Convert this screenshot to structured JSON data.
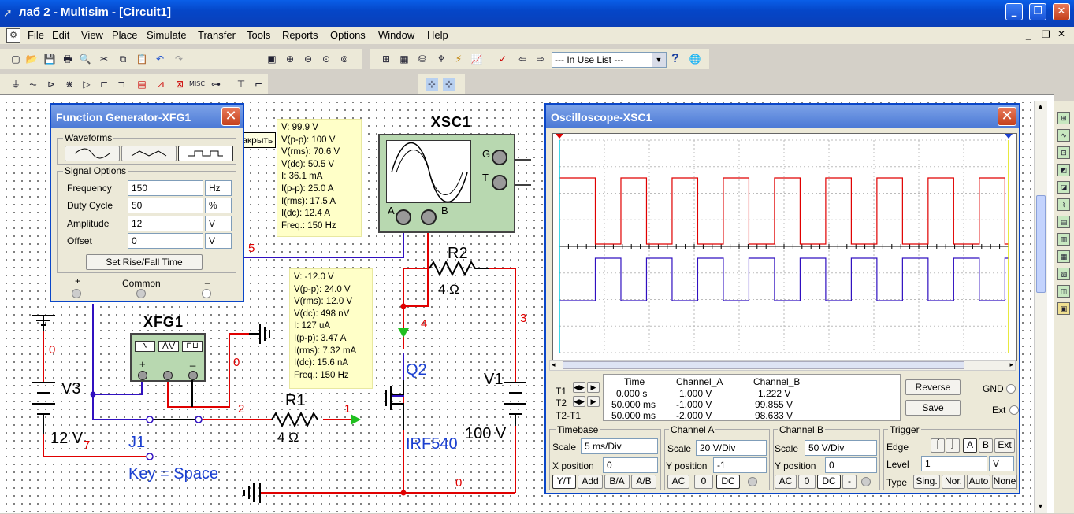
{
  "window": {
    "title": "лаб 2 - Multisim - [Circuit1]"
  },
  "menu": [
    "File",
    "Edit",
    "View",
    "Place",
    "Simulate",
    "Transfer",
    "Tools",
    "Reports",
    "Options",
    "Window",
    "Help"
  ],
  "toolbar": {
    "in_use_list": "--- In Use List ---",
    "help_glyph": "?"
  },
  "fg": {
    "title": "Function Generator-XFG1",
    "tooltip": "Закрыть",
    "waveforms_label": "Waveforms",
    "signal_options_label": "Signal Options",
    "rows": [
      {
        "label": "Frequency",
        "value": "150",
        "unit": "Hz"
      },
      {
        "label": "Duty Cycle",
        "value": "50",
        "unit": "%"
      },
      {
        "label": "Amplitude",
        "value": "12",
        "unit": "V"
      },
      {
        "label": "Offset",
        "value": "0",
        "unit": "V"
      }
    ],
    "set_rise_fall": "Set Rise/Fall Time",
    "plus": "+",
    "common": "Common",
    "minus": "_"
  },
  "probe1": "V: 99.9 V\nV(p-p): 100 V\nV(rms): 70.6 V\nV(dc): 50.5 V\nI: 36.1 mA\nI(p-p): 25.0 A\nI(rms): 17.5 A\nI(dc): 12.4 A\nFreq.: 150 Hz",
  "probe2": "V: -12.0 V\nV(p-p): 24.0 V\nV(rms): 12.0 V\nV(dc): 498 nV\nI: 127 uA\nI(p-p): 3.47 A\nI(rms): 7.32 mA\nI(dc): 15.6 nA\nFreq.: 150 Hz",
  "schematic": {
    "xsc1": "XSC1",
    "xfg1": "XFG1",
    "r2": "R2",
    "r2_val": "4 Ω",
    "r1": "R1",
    "r1_val": "4 Ω",
    "v1": "V1",
    "v1_val": "100 V",
    "v3": "V3",
    "v3_val": "12 V",
    "q2": "Q2",
    "irf540": "IRF540",
    "j1": "J1",
    "key": "Key = Space",
    "pin_g": "G",
    "pin_t": "T",
    "pin_a": "A",
    "pin_b": "B",
    "xfg_plus": "+",
    "xfg_minus": "_",
    "wires": [
      {
        "id": "w5",
        "text": "5"
      },
      {
        "id": "w2",
        "text": "2"
      },
      {
        "id": "w1",
        "text": "1"
      },
      {
        "id": "w4",
        "text": "4"
      },
      {
        "id": "w3",
        "text": "3"
      },
      {
        "id": "w0a",
        "text": "0"
      },
      {
        "id": "w0b",
        "text": "0"
      },
      {
        "id": "w0c",
        "text": "0"
      },
      {
        "id": "w7",
        "text": "7"
      }
    ]
  },
  "osc": {
    "title": "Oscilloscope-XSC1",
    "table": {
      "headers": [
        "",
        "Time",
        "Channel_A",
        "Channel_B"
      ],
      "rows": [
        {
          "name": "T1",
          "time": "0.000 s",
          "a": "1.000 V",
          "b": "1.222 V"
        },
        {
          "name": "T2",
          "time": "50.000 ms",
          "a": "-1.000 V",
          "b": "99.855 V"
        },
        {
          "name": "T2-T1",
          "time": "50.000 ms",
          "a": "-2.000 V",
          "b": "98.633 V"
        }
      ]
    },
    "reverse": "Reverse",
    "save": "Save",
    "gnd": "GND",
    "ext": "Ext",
    "timebase": {
      "label": "Timebase",
      "scale_label": "Scale",
      "scale": "5 ms/Div",
      "xpos_label": "X position",
      "xpos": "0",
      "buttons": [
        "Y/T",
        "Add",
        "B/A",
        "A/B"
      ]
    },
    "cha": {
      "label": "Channel A",
      "scale_label": "Scale",
      "scale": "20 V/Div",
      "ypos_label": "Y position",
      "ypos": "-1",
      "buttons": [
        "AC",
        "0",
        "DC"
      ]
    },
    "chb": {
      "label": "Channel B",
      "scale_label": "Scale",
      "scale": "50 V/Div",
      "ypos_label": "Y position",
      "ypos": "0",
      "buttons": [
        "AC",
        "0",
        "DC",
        "-"
      ]
    },
    "trigger": {
      "label": "Trigger",
      "edge_label": "Edge",
      "level_label": "Level",
      "level": "1",
      "level_unit": "V",
      "type_label": "Type",
      "edge_buttons": [
        "A",
        "B",
        "Ext"
      ],
      "type_buttons": [
        "Sing.",
        "Nor.",
        "Auto",
        "None"
      ]
    },
    "colors": {
      "channel_a": "#e00000",
      "channel_b": "#3010c0"
    }
  }
}
